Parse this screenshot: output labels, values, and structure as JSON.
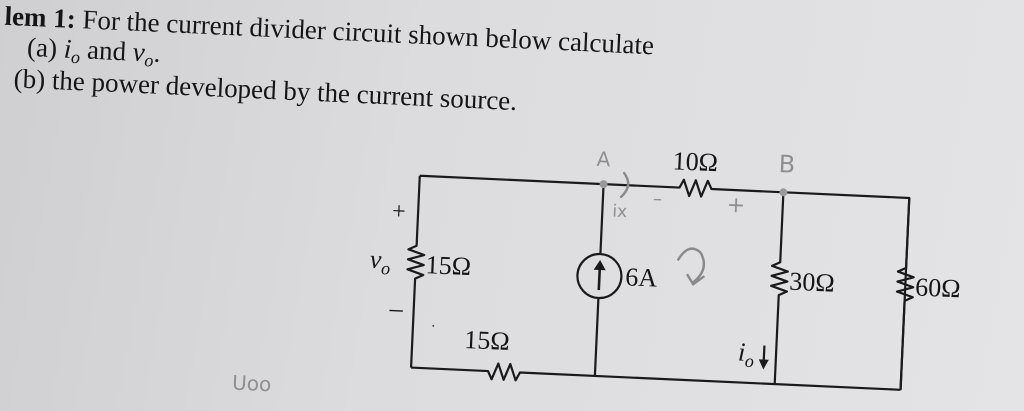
{
  "problem": {
    "title_prefix": "lem 1:",
    "title_text": "For the current divider circuit shown below calculate",
    "part_a_label": "(a)",
    "part_a_io": "i",
    "part_a_io_sub": "o",
    "part_a_and": "and",
    "part_a_vo": "v",
    "part_a_vo_sub": "o",
    "part_a_end": ".",
    "part_b": "(b) the power developed by the current source."
  },
  "circuit": {
    "r_left": "15Ω",
    "r_bottom": "15Ω",
    "r_top": "10Ω",
    "r_mid": "30Ω",
    "r_right": "60Ω",
    "source": "6A",
    "vo_plus": "+",
    "vo_minus": "–",
    "vo_label": "v",
    "vo_sub": "o",
    "io_label": "i",
    "io_sub": "o"
  },
  "handwriting": {
    "node_a": "A",
    "node_b": "B",
    "ix": "ix",
    "minus": "–",
    "plus": "+",
    "bottom_scribble": "Uoo"
  }
}
